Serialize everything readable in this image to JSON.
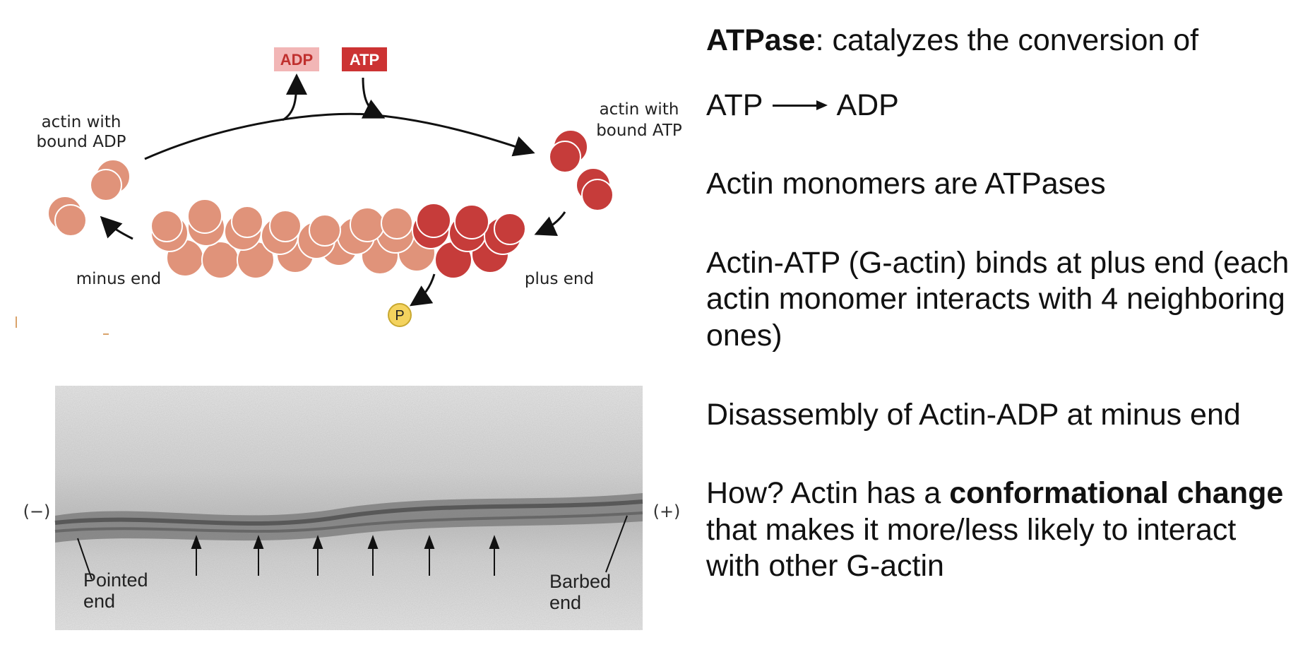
{
  "diagram": {
    "badge_adp": "ADP",
    "badge_atp": "ATP",
    "label_actin_adp_line1": "actin with",
    "label_actin_adp_line2": "bound ADP",
    "label_actin_atp_line1": "actin with",
    "label_actin_atp_line2": "bound ATP",
    "label_minus_end": "minus end",
    "label_plus_end": "plus end",
    "phosphate": "P",
    "colors": {
      "adp_actin": "#e0937a",
      "atp_actin": "#c63c3a",
      "adp_badge_bg": "#f2b6b6",
      "adp_badge_text": "#c0302e",
      "atp_badge_bg": "#cc3333",
      "phosphate": "#f4d35e"
    }
  },
  "micrograph": {
    "minus_sign": "(−)",
    "plus_sign": "(+)",
    "pointed_line1": "Pointed",
    "pointed_line2": "end",
    "barbed_line1": "Barbed",
    "barbed_line2": "end"
  },
  "text": {
    "atpase_term": "ATPase",
    "atpase_def": ": catalyzes the conversion of",
    "reaction_left": "ATP",
    "reaction_right": "ADP",
    "monomers": "Actin monomers are ATPases",
    "binds": "Actin-ATP (G-actin) binds at plus end (each actin monomer interacts with 4 neighboring ones)",
    "disassembly": "Disassembly of Actin-ADP at minus end",
    "how_1": "How? Actin has a ",
    "how_bold": "conformational change",
    "how_2": " that makes it more/less likely to interact with other G-actin"
  }
}
